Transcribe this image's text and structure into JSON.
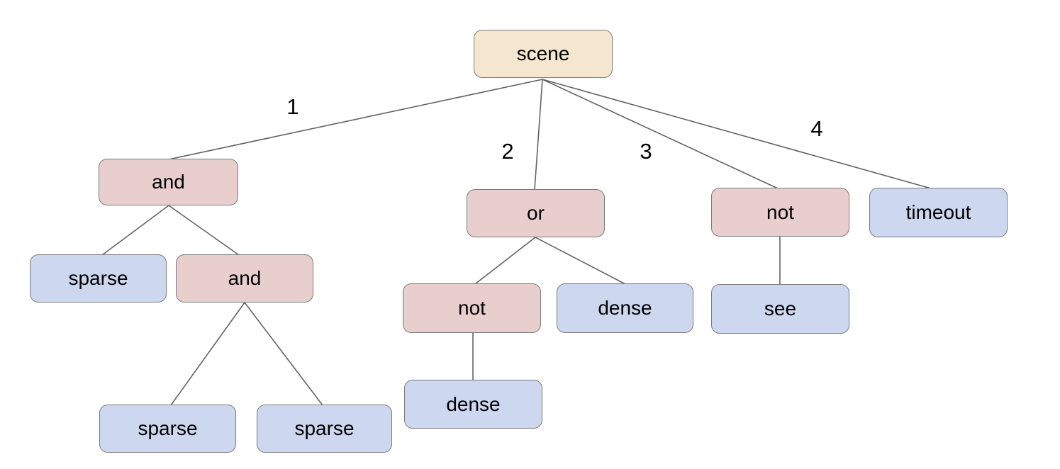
{
  "diagram": {
    "background_color": "#ffffff",
    "colors": {
      "root_fill": "#f4e6cf",
      "operator_fill": "#e8cecd",
      "leaf_fill": "#cdd7f0",
      "node_border": "#7b7b7b",
      "edge_stroke": "#636363",
      "text": "#000000"
    },
    "nodes": {
      "scene": {
        "label": "scene",
        "type": "root"
      },
      "and1": {
        "label": "and",
        "type": "operator"
      },
      "or1": {
        "label": "or",
        "type": "operator"
      },
      "not2": {
        "label": "not",
        "type": "operator"
      },
      "timeout": {
        "label": "timeout",
        "type": "leaf"
      },
      "sparse1": {
        "label": "sparse",
        "type": "leaf"
      },
      "and2": {
        "label": "and",
        "type": "operator"
      },
      "not1": {
        "label": "not",
        "type": "operator"
      },
      "dense1": {
        "label": "dense",
        "type": "leaf"
      },
      "see": {
        "label": "see",
        "type": "leaf"
      },
      "dense2": {
        "label": "dense",
        "type": "leaf"
      },
      "sparse2": {
        "label": "sparse",
        "type": "leaf"
      },
      "sparse3": {
        "label": "sparse",
        "type": "leaf"
      }
    },
    "edge_labels": {
      "e1": "1",
      "e2": "2",
      "e3": "3",
      "e4": "4"
    },
    "edges": [
      {
        "from": "scene",
        "to": "and1",
        "label": "1"
      },
      {
        "from": "scene",
        "to": "or1",
        "label": "2"
      },
      {
        "from": "scene",
        "to": "not2",
        "label": "3"
      },
      {
        "from": "scene",
        "to": "timeout",
        "label": "4"
      },
      {
        "from": "and1",
        "to": "sparse1"
      },
      {
        "from": "and1",
        "to": "and2"
      },
      {
        "from": "and2",
        "to": "sparse2"
      },
      {
        "from": "and2",
        "to": "sparse3"
      },
      {
        "from": "or1",
        "to": "not1"
      },
      {
        "from": "or1",
        "to": "dense1"
      },
      {
        "from": "not1",
        "to": "dense2"
      },
      {
        "from": "not2",
        "to": "see"
      }
    ]
  }
}
